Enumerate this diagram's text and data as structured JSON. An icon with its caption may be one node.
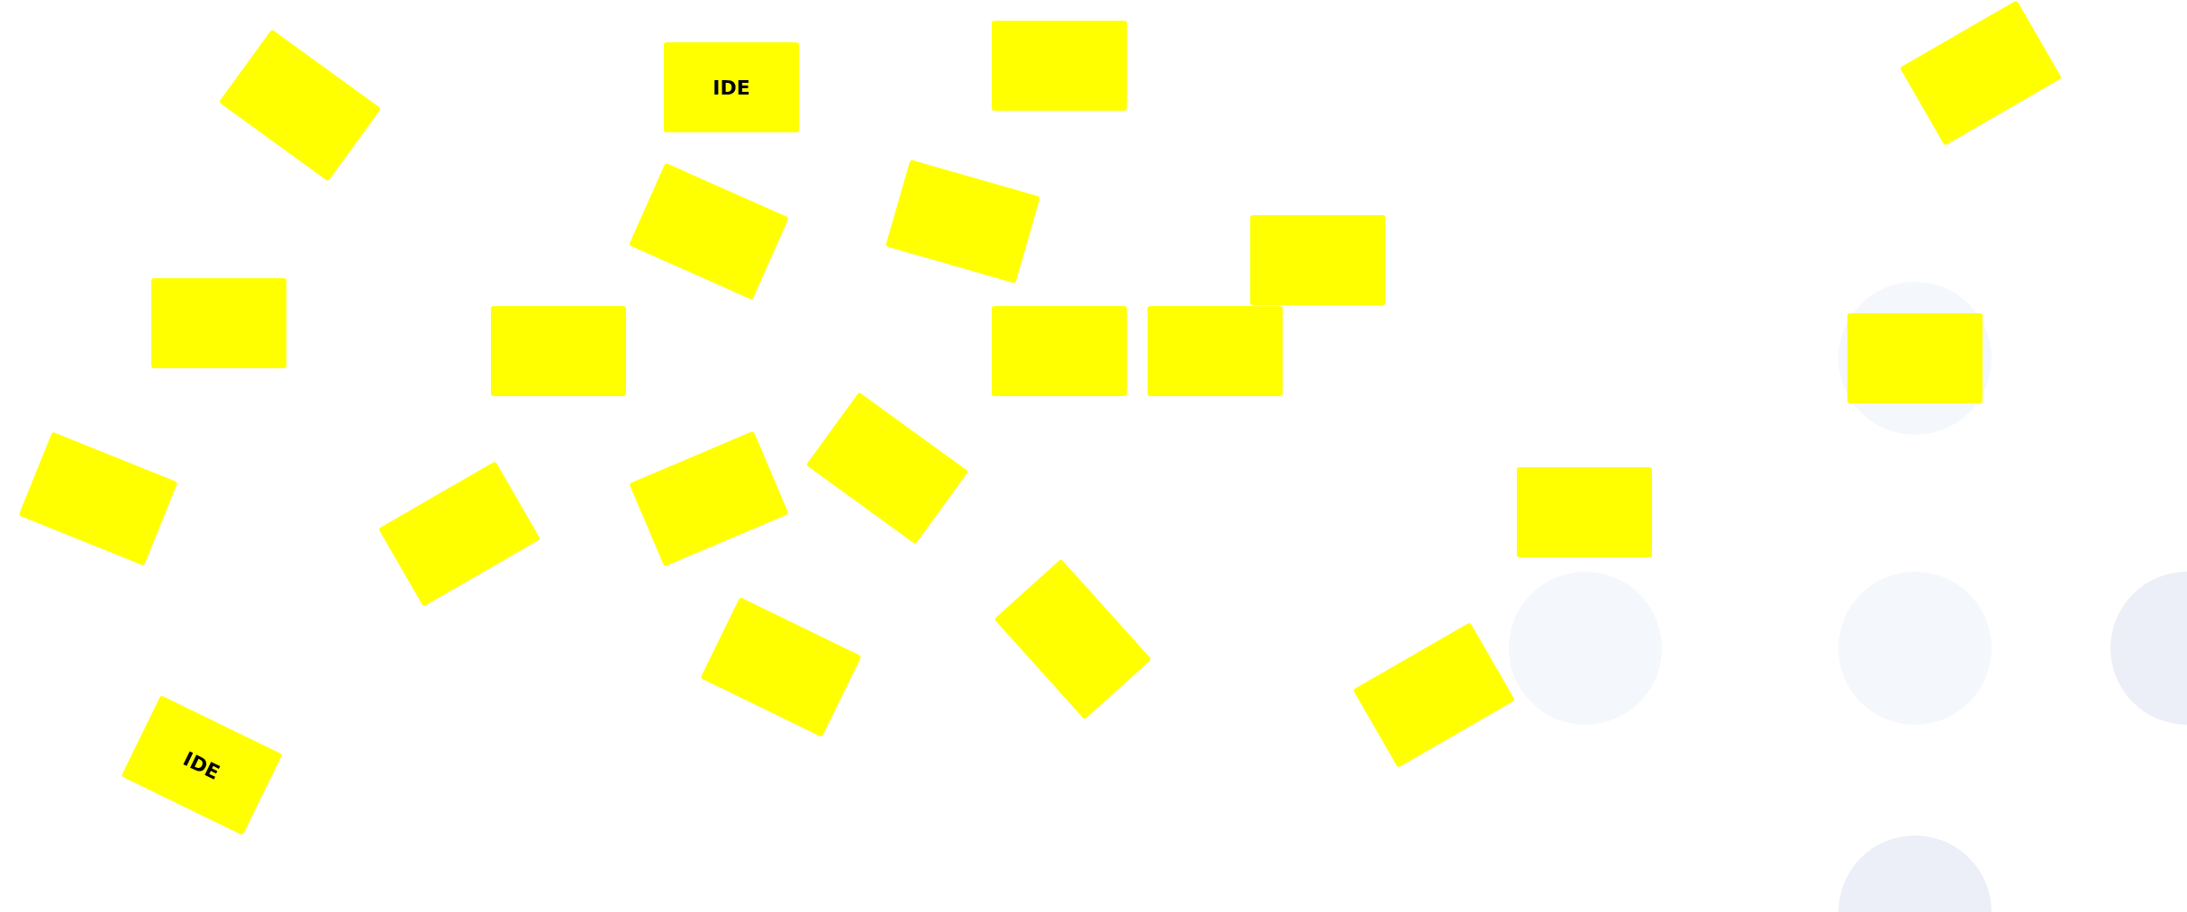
{
  "diagram": {
    "nodes": [
      {
        "text": [],
        "shape": "box"
      },
      {
        "text": [
          "IDE"
        ]
      },
      {
        "text": [],
        "shape": "box"
      },
      {
        "text": [],
        "shape": "box"
      },
      {
        "text": [],
        "shape": "box"
      },
      {
        "text": [],
        "shape": "box"
      },
      {
        "text": [],
        "shape": "box"
      },
      {
        "text": [],
        "shape": "box"
      },
      {
        "text": [],
        "shape": "box"
      },
      {
        "text": [],
        "shape": "box"
      },
      {
        "text": [],
        "shape": "box"
      },
      {
        "text": [],
        "shape": "box"
      },
      {
        "text": [],
        "shape": "box"
      },
      {
        "text": [],
        "shape": "box"
      },
      {
        "text": [],
        "shape": "box"
      },
      {
        "text": [],
        "shape": "box"
      },
      {
        "text": [],
        "shape": "box"
      },
      {
        "text": [
          "IDE"
        ]
      },
      {
        "text": [],
        "shape": "box"
      },
      {
        "text": [],
        "shape": "box"
      },
      {
        "text": [],
        "shape": "box"
      }
    ]
  }
}
